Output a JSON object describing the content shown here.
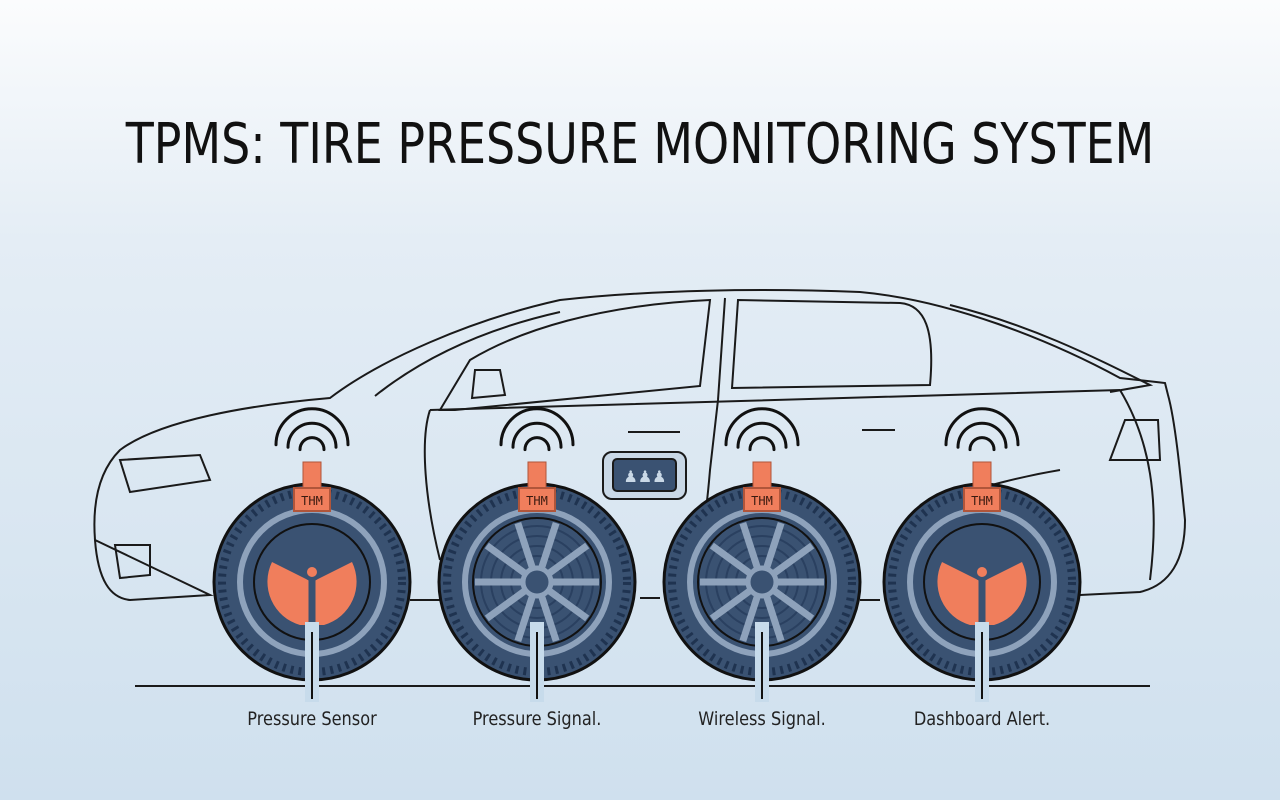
{
  "title": "TPMS: TIRE PRESSURE MONITORING SYSTEM",
  "sensor_tag": "THM",
  "wheels": [
    {
      "label": "Pressure Sensor",
      "rim": "sensor"
    },
    {
      "label": "Pressure Signal.",
      "rim": "spoke"
    },
    {
      "label": "Wireless Signal.",
      "rim": "spoke"
    },
    {
      "label": "Dashboard Alert.",
      "rim": "sensor"
    }
  ],
  "colors": {
    "tire": "#3a5272",
    "accent": "#f07e5c",
    "rim": "#8ea2bb",
    "outline": "#1a1a1a"
  }
}
